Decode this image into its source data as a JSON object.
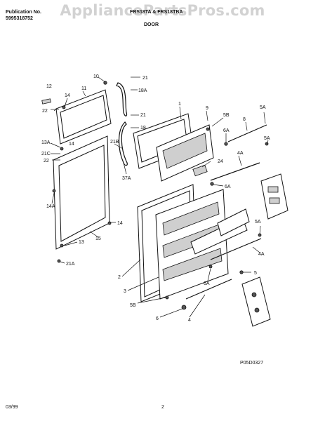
{
  "header": {
    "publication_label": "Publication No.",
    "publication_no": "5995318752",
    "models": "FRS18TA & FRS18TBA",
    "section": "DOOR"
  },
  "watermark": "AppliancePartsPros.com",
  "diagram_code": "P05D0327",
  "footer": {
    "date": "03/99",
    "page": "2"
  },
  "callouts": [
    "1",
    "2",
    "3",
    "4",
    "4",
    "4A",
    "4A",
    "5",
    "5A",
    "5A",
    "5A",
    "5B",
    "5B",
    "6",
    "6A",
    "6A",
    "6A",
    "8",
    "9",
    "10",
    "11",
    "12",
    "13",
    "13A",
    "14",
    "14",
    "14",
    "14A",
    "15",
    "18",
    "18A",
    "21",
    "21",
    "21A",
    "21B",
    "21C",
    "22",
    "22",
    "24",
    "37A"
  ]
}
